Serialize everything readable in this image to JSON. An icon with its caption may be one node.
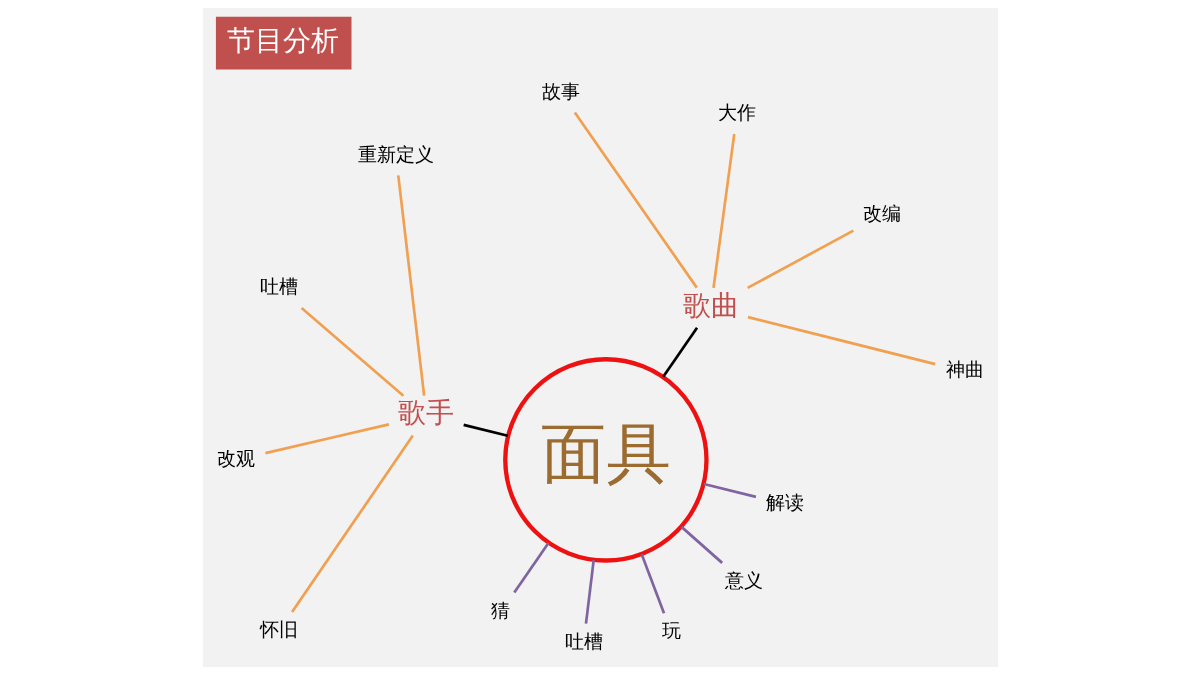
{
  "diagram": {
    "title": "节目分析",
    "nodes": [
      {
        "text": [
          "面具"
        ]
      },
      {
        "text": [
          "歌曲"
        ]
      },
      {
        "text": [
          "神曲"
        ]
      },
      {
        "text": [
          "改编"
        ]
      },
      {
        "text": [
          "大作"
        ]
      },
      {
        "text": [
          "故事"
        ]
      },
      {
        "text": [
          "歌手"
        ]
      },
      {
        "text": [
          "重新定义"
        ]
      },
      {
        "text": [
          "吐槽"
        ]
      },
      {
        "text": [
          "改观"
        ]
      },
      {
        "text": [
          "怀旧"
        ]
      },
      {
        "text": [
          "猜"
        ]
      },
      {
        "text": [
          "吐槽"
        ]
      },
      {
        "text": [
          "玩"
        ]
      },
      {
        "text": [
          "意义"
        ]
      },
      {
        "text": [
          "解读"
        ]
      }
    ],
    "edges": [
      {
        "from": 0,
        "to": 1,
        "arrow": "none",
        "color": "#000000"
      },
      {
        "from": 1,
        "to": 2,
        "arrow": "none"
      },
      {
        "from": 1,
        "to": 3,
        "arrow": "none"
      },
      {
        "from": 1,
        "to": 4,
        "arrow": "none"
      },
      {
        "from": 1,
        "to": 5,
        "arrow": "none"
      },
      {
        "from": 0,
        "to": 6,
        "arrow": "none",
        "color": "#000000"
      },
      {
        "from": 6,
        "to": 7,
        "arrow": "none"
      },
      {
        "from": 6,
        "to": 8,
        "arrow": "none"
      },
      {
        "from": 6,
        "to": 9,
        "arrow": "none"
      },
      {
        "from": 6,
        "to": 10,
        "arrow": "none"
      },
      {
        "from": 0,
        "to": 11,
        "arrow": "none",
        "color": "#8064a2"
      },
      {
        "from": 0,
        "to": 12,
        "arrow": "none",
        "color": "#8064a2"
      },
      {
        "from": 0,
        "to": 13,
        "arrow": "none",
        "color": "#8064a2"
      },
      {
        "from": 0,
        "to": 14,
        "arrow": "none",
        "color": "#8064a2"
      },
      {
        "from": 0,
        "to": 15,
        "arrow": "none",
        "color": "#8064a2"
      }
    ]
  }
}
